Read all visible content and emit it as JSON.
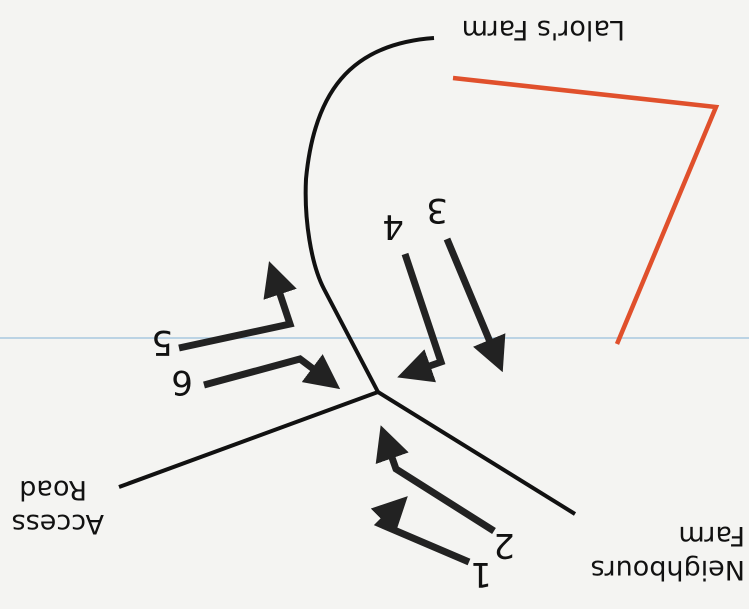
{
  "orientation": "upside-down (rotated 180°)",
  "colors": {
    "background": "#f4f4f2",
    "road": "#111111",
    "arrow": "#222222",
    "boundary": "#e0502c",
    "fold_line": "#a8c8df"
  },
  "labels": {
    "lalors_farm": "Lalor's Farm",
    "neighbours_line1": "Neighbours",
    "neighbours_line2": "Farm",
    "access_line1": "Access",
    "access_line2": "Road"
  },
  "movements": [
    {
      "number": "1"
    },
    {
      "number": "2"
    },
    {
      "number": "3"
    },
    {
      "number": "4"
    },
    {
      "number": "5"
    },
    {
      "number": "6"
    }
  ]
}
